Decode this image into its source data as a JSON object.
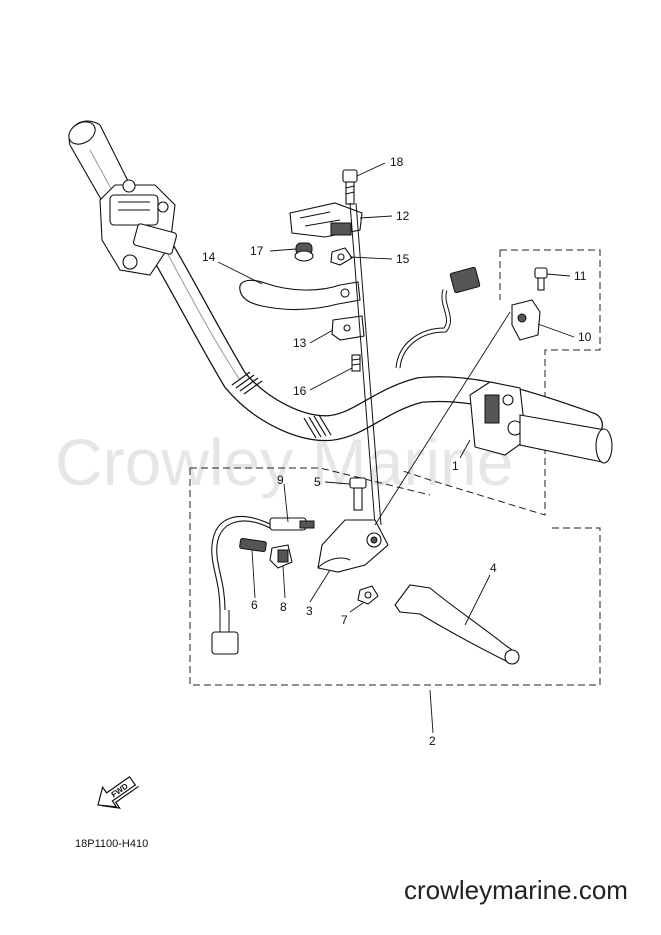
{
  "watermark": "Crowley Marine",
  "footer": {
    "diagram_code": "18P1100-H410",
    "website": "crowleymarine.com",
    "fwd_label": "FWD"
  },
  "callouts": [
    {
      "id": "c1",
      "label": "1"
    },
    {
      "id": "c2",
      "label": "2"
    },
    {
      "id": "c3",
      "label": "3"
    },
    {
      "id": "c4",
      "label": "4"
    },
    {
      "id": "c5",
      "label": "5"
    },
    {
      "id": "c6",
      "label": "6"
    },
    {
      "id": "c7",
      "label": "7"
    },
    {
      "id": "c8",
      "label": "8"
    },
    {
      "id": "c9",
      "label": "9"
    },
    {
      "id": "c10",
      "label": "10"
    },
    {
      "id": "c11",
      "label": "11"
    },
    {
      "id": "c12",
      "label": "12"
    },
    {
      "id": "c13",
      "label": "13"
    },
    {
      "id": "c14",
      "label": "14"
    },
    {
      "id": "c15",
      "label": "15"
    },
    {
      "id": "c16",
      "label": "16"
    },
    {
      "id": "c17",
      "label": "17"
    },
    {
      "id": "c18",
      "label": "18"
    }
  ]
}
